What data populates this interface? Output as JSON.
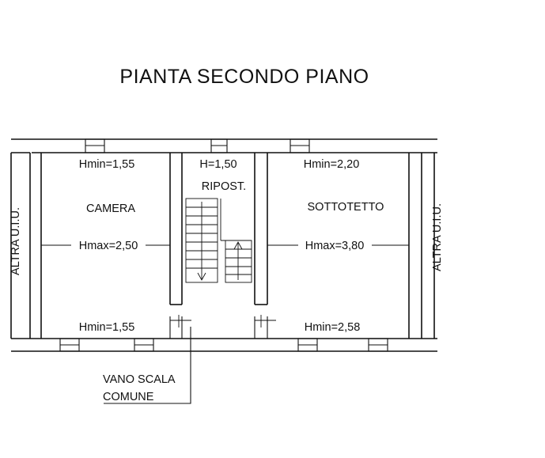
{
  "title": "PIANTA SECONDO PIANO",
  "rooms": {
    "camera": {
      "name": "CAMERA",
      "hmin_top": "Hmin=1,55",
      "hmax": "Hmax=2,50",
      "hmin_bottom": "Hmin=1,55"
    },
    "ripost": {
      "height": "H=1,50",
      "name": "RIPOST."
    },
    "sottotetto": {
      "name": "SOTTOTETTO",
      "hmin_top": "Hmin=2,20",
      "hmax": "Hmax=3,80",
      "hmin_bottom": "Hmin=2,58"
    }
  },
  "neighbors": {
    "left": "ALTRA U.I.U.",
    "right": "ALTRA U.I.U."
  },
  "stair_label": {
    "line1": "VANO SCALA",
    "line2": "COMUNE"
  }
}
